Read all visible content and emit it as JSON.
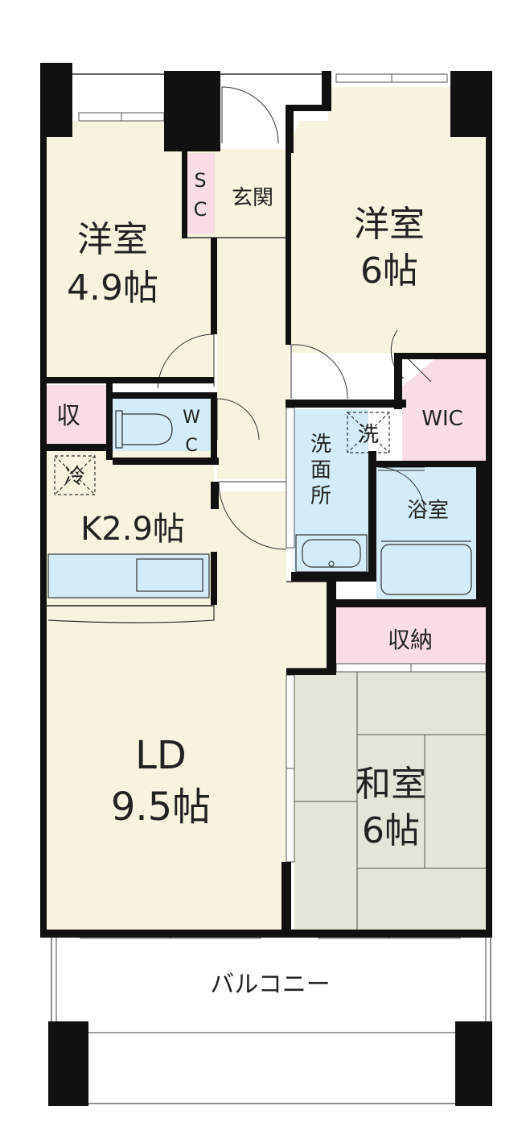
{
  "rooms": {
    "western_left": {
      "name": "洋室",
      "size": "4.9帖"
    },
    "western_right": {
      "name": "洋室",
      "size": "6帖"
    },
    "kitchen": {
      "label": "K2.9帖"
    },
    "living_dining": {
      "name": "LD",
      "size": "9.5帖"
    },
    "japanese": {
      "name": "和室",
      "size": "6帖"
    },
    "entrance": {
      "name": "玄関"
    },
    "shoe_closet": {
      "line1": "S",
      "line2": "C"
    },
    "toilet": {
      "line1": "W",
      "line2": "C"
    },
    "closet_small": {
      "name": "収"
    },
    "fridge": {
      "name": "冷"
    },
    "washroom": {
      "line1": "洗",
      "line2": "面",
      "line3": "所"
    },
    "washer": {
      "name": "洗"
    },
    "wic": {
      "name": "WIC"
    },
    "bath": {
      "name": "浴室"
    },
    "storage": {
      "name": "収納"
    },
    "balcony": {
      "name": "バルコニー"
    }
  },
  "colors": {
    "room_beige": "#f8f3df",
    "wet_blue": "#d3ecf7",
    "storage_pink": "#f8dde7",
    "tatami_green": "#e2e6d8",
    "wall": "#111111"
  }
}
